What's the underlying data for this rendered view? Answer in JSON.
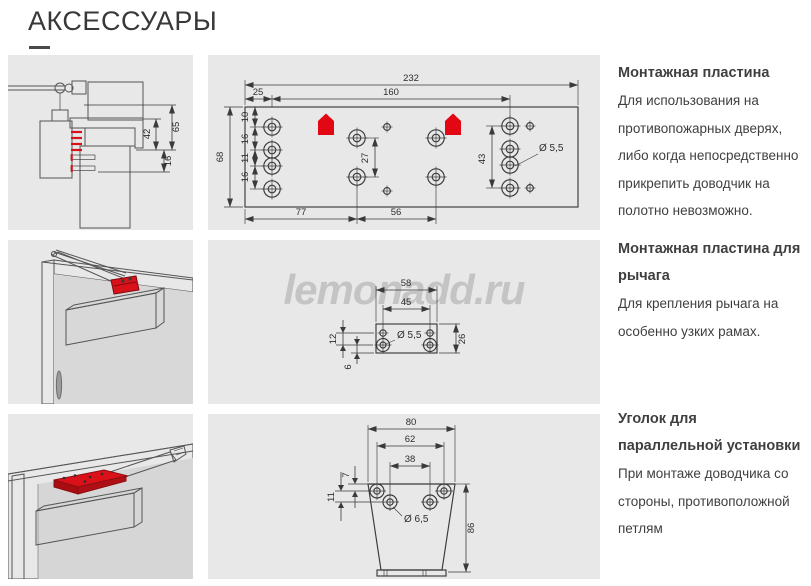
{
  "page": {
    "title": "АКСЕССУАРЫ",
    "watermark": "lemonadd.ru",
    "colors": {
      "accent_red": "#e30613",
      "panel_bg": "#e8e8e8",
      "line": "#3a3a3a"
    }
  },
  "rows": [
    {
      "heading": "Монтажная пластина",
      "description": "Для использования на противопожарных дверях, либо когда непосредственно прикрепить доводчик на полотно невозможно.",
      "section_dims": {
        "d65": "65",
        "d42": "42",
        "d16": "16"
      },
      "plate_dims": {
        "total_width": "232",
        "inner_width": "160",
        "left_offset": "25",
        "height": "68",
        "col_1": "10",
        "col_2": "16",
        "col_3": "11",
        "col_4": "16",
        "center_gap": "27",
        "right_span": "43",
        "hole_dia": "Ø 5,5",
        "bottom_left": "77",
        "bottom_center": "56"
      }
    },
    {
      "heading": "Монтажная пластина для рычага",
      "description": "Для крепления рычага на особенно узких рамах.",
      "plate_dims": {
        "width": "58",
        "hole_span": "45",
        "row_gap": "12",
        "bottom_offset": "6",
        "height": "26",
        "hole_dia": "Ø 5,5"
      }
    },
    {
      "heading": "Уголок для параллельной установки",
      "description": "При монтаже доводчика со стороны, противоположной петлям",
      "plate_dims": {
        "width": "80",
        "outer_span": "62",
        "inner_span": "38",
        "top_offset": "7",
        "row_gap": "11",
        "height": "86",
        "hole_dia": "Ø 6,5"
      }
    }
  ]
}
